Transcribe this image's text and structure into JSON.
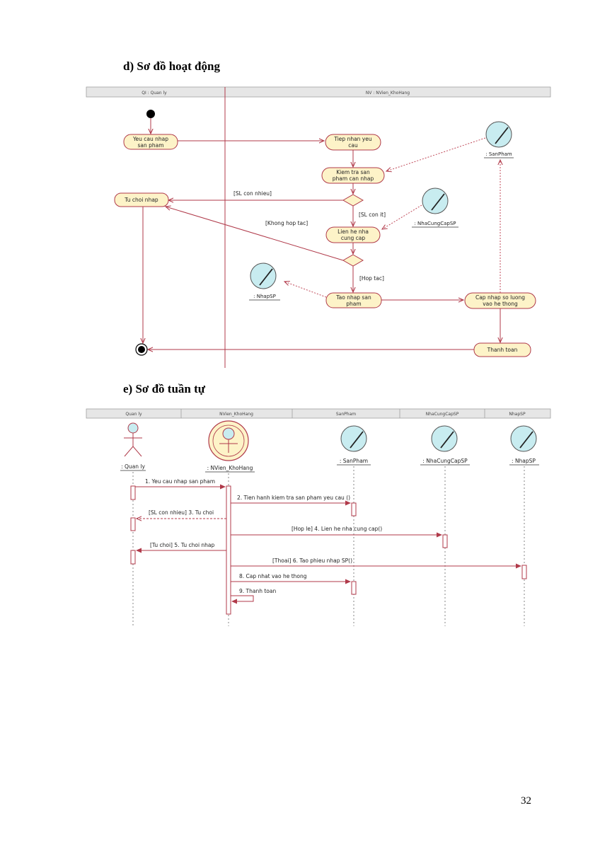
{
  "headings": {
    "activity": "d)   Sơ đồ hoạt động",
    "sequence": "e)   Sơ đồ tuần tự"
  },
  "activity": {
    "lanes": [
      "QI : Quan ly",
      "NV : NVien_KhoHang"
    ],
    "nodes": {
      "yeu_cau_1": "Yeu cau nhap",
      "yeu_cau_2": "san pham",
      "tiep_nhan_1": "Tiep nhan yeu",
      "tiep_nhan_2": "cau",
      "kiem_tra_1": "Kiem tra san",
      "kiem_tra_2": "pham can nhap",
      "tu_choi": "Tu choi nhap",
      "lien_he_1": "Lien he nha",
      "lien_he_2": "cung cap",
      "tao_nhap_1": "Tao nhap san",
      "tao_nhap_2": "pham",
      "cap_nhap_1": "Cap nhap so luong",
      "cap_nhap_2": "vao he thong",
      "thanh_toan": "Thanh toan"
    },
    "objects": {
      "sanpham": ": SanPham",
      "nhacungcap": ": NhaCungCapSP",
      "nhapsp": ": NhapSP"
    },
    "guards": {
      "sl_con_nhieu": "[SL con nhieu]",
      "sl_con_it": "[SL con it]",
      "khong_hop_tac": "[Khong hop tac]",
      "hop_tac": "[Hop tac]"
    }
  },
  "sequence": {
    "headers": [
      "Quan ly",
      "NVien_KhoHang",
      "SanPham",
      "NhaCungCapSP",
      "NhapSP"
    ],
    "participants": {
      "quanly": ": Quan ly",
      "nvien": ": NVien_KhoHang",
      "sanpham": ": SanPham",
      "nhacungcap": ": NhaCungCapSP",
      "nhapsp": ": NhapSP"
    },
    "messages": {
      "m1": "1. Yeu cau nhap san pham",
      "m2": "2. Tien hanh kiem tra san pham yeu cau ()",
      "m3": "[SL con nhieu] 3. Tu choi",
      "m4": "[Hop le] 4. Lien he nha cung cap()",
      "m5": "[Tu choi] 5. Tu choi nhap",
      "m6": "[Thoai] 6. Tao phieu nhap SP()",
      "m8": "8. Cap nhat vao he thong",
      "m9": "9. Thanh toan"
    }
  },
  "page_number": "32",
  "colors": {
    "node_fill": "#fdf3c8",
    "line": "#b03a4a",
    "object_fill": "#c8ecf0",
    "dotted": "#c04a5a"
  }
}
